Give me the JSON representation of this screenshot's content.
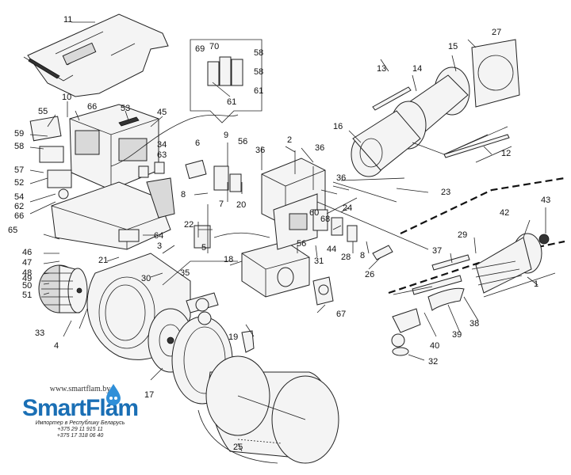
{
  "brand": {
    "site": "www.smartflam.by",
    "logo": "SmartFlam",
    "importer": "Импортер в Республику Беларусь",
    "phone1": "+375 29 11 915 11",
    "phone2": "+375 17 318 06 40",
    "colors": {
      "logo": "#1a6fb5"
    }
  },
  "callouts": [
    {
      "id": "n11",
      "label": "11"
    },
    {
      "id": "n10",
      "label": "10"
    },
    {
      "id": "n55",
      "label": "55"
    },
    {
      "id": "n66a",
      "label": "66"
    },
    {
      "id": "n53",
      "label": "53"
    },
    {
      "id": "n45",
      "label": "45"
    },
    {
      "id": "n59",
      "label": "59"
    },
    {
      "id": "n58",
      "label": "58"
    },
    {
      "id": "n57",
      "label": "57"
    },
    {
      "id": "n52",
      "label": "52"
    },
    {
      "id": "n54",
      "label": "54"
    },
    {
      "id": "n62",
      "label": "62"
    },
    {
      "id": "n66b",
      "label": "66"
    },
    {
      "id": "n34",
      "label": "34"
    },
    {
      "id": "n63",
      "label": "63"
    },
    {
      "id": "n6",
      "label": "6"
    },
    {
      "id": "n9",
      "label": "9"
    },
    {
      "id": "n56",
      "label": "56"
    },
    {
      "id": "n36a",
      "label": "36"
    },
    {
      "id": "n36b",
      "label": "36"
    },
    {
      "id": "n2",
      "label": "2"
    },
    {
      "id": "n8a",
      "label": "8"
    },
    {
      "id": "n7",
      "label": "7"
    },
    {
      "id": "n20",
      "label": "20"
    },
    {
      "id": "n65",
      "label": "65"
    },
    {
      "id": "n46",
      "label": "46"
    },
    {
      "id": "n47",
      "label": "47"
    },
    {
      "id": "n48",
      "label": "48"
    },
    {
      "id": "n49",
      "label": "49"
    },
    {
      "id": "n50",
      "label": "50"
    },
    {
      "id": "n51",
      "label": "51"
    },
    {
      "id": "n22",
      "label": "22"
    },
    {
      "id": "n64",
      "label": "64"
    },
    {
      "id": "n3",
      "label": "3"
    },
    {
      "id": "n21",
      "label": "21"
    },
    {
      "id": "n30",
      "label": "30"
    },
    {
      "id": "n5",
      "label": "5"
    },
    {
      "id": "n18",
      "label": "18"
    },
    {
      "id": "n35",
      "label": "35"
    },
    {
      "id": "n33",
      "label": "33"
    },
    {
      "id": "n4",
      "label": "4"
    },
    {
      "id": "n19",
      "label": "19"
    },
    {
      "id": "n17",
      "label": "17"
    },
    {
      "id": "n25",
      "label": "25"
    },
    {
      "id": "n69",
      "label": "69"
    },
    {
      "id": "n70",
      "label": "70"
    },
    {
      "id": "n58b",
      "label": "58"
    },
    {
      "id": "n58c",
      "label": "58"
    },
    {
      "id": "n61a",
      "label": "61"
    },
    {
      "id": "n61b",
      "label": "61"
    },
    {
      "id": "n27",
      "label": "27"
    },
    {
      "id": "n13",
      "label": "13"
    },
    {
      "id": "n14",
      "label": "14"
    },
    {
      "id": "n15",
      "label": "15"
    },
    {
      "id": "n16",
      "label": "16"
    },
    {
      "id": "n12",
      "label": "12"
    },
    {
      "id": "n36c",
      "label": "36"
    },
    {
      "id": "n23",
      "label": "23"
    },
    {
      "id": "n24",
      "label": "24"
    },
    {
      "id": "n60",
      "label": "60"
    },
    {
      "id": "n68",
      "label": "68"
    },
    {
      "id": "n44",
      "label": "44"
    },
    {
      "id": "n28",
      "label": "28"
    },
    {
      "id": "n8b",
      "label": "8"
    },
    {
      "id": "n56b",
      "label": "56"
    },
    {
      "id": "n31",
      "label": "31"
    },
    {
      "id": "n26",
      "label": "26"
    },
    {
      "id": "n67",
      "label": "67"
    },
    {
      "id": "n43",
      "label": "43"
    },
    {
      "id": "n42",
      "label": "42"
    },
    {
      "id": "n29",
      "label": "29"
    },
    {
      "id": "n37",
      "label": "37"
    },
    {
      "id": "n1",
      "label": "1"
    },
    {
      "id": "n40",
      "label": "40"
    },
    {
      "id": "n39",
      "label": "39"
    },
    {
      "id": "n38",
      "label": "38"
    },
    {
      "id": "n32",
      "label": "32"
    }
  ]
}
